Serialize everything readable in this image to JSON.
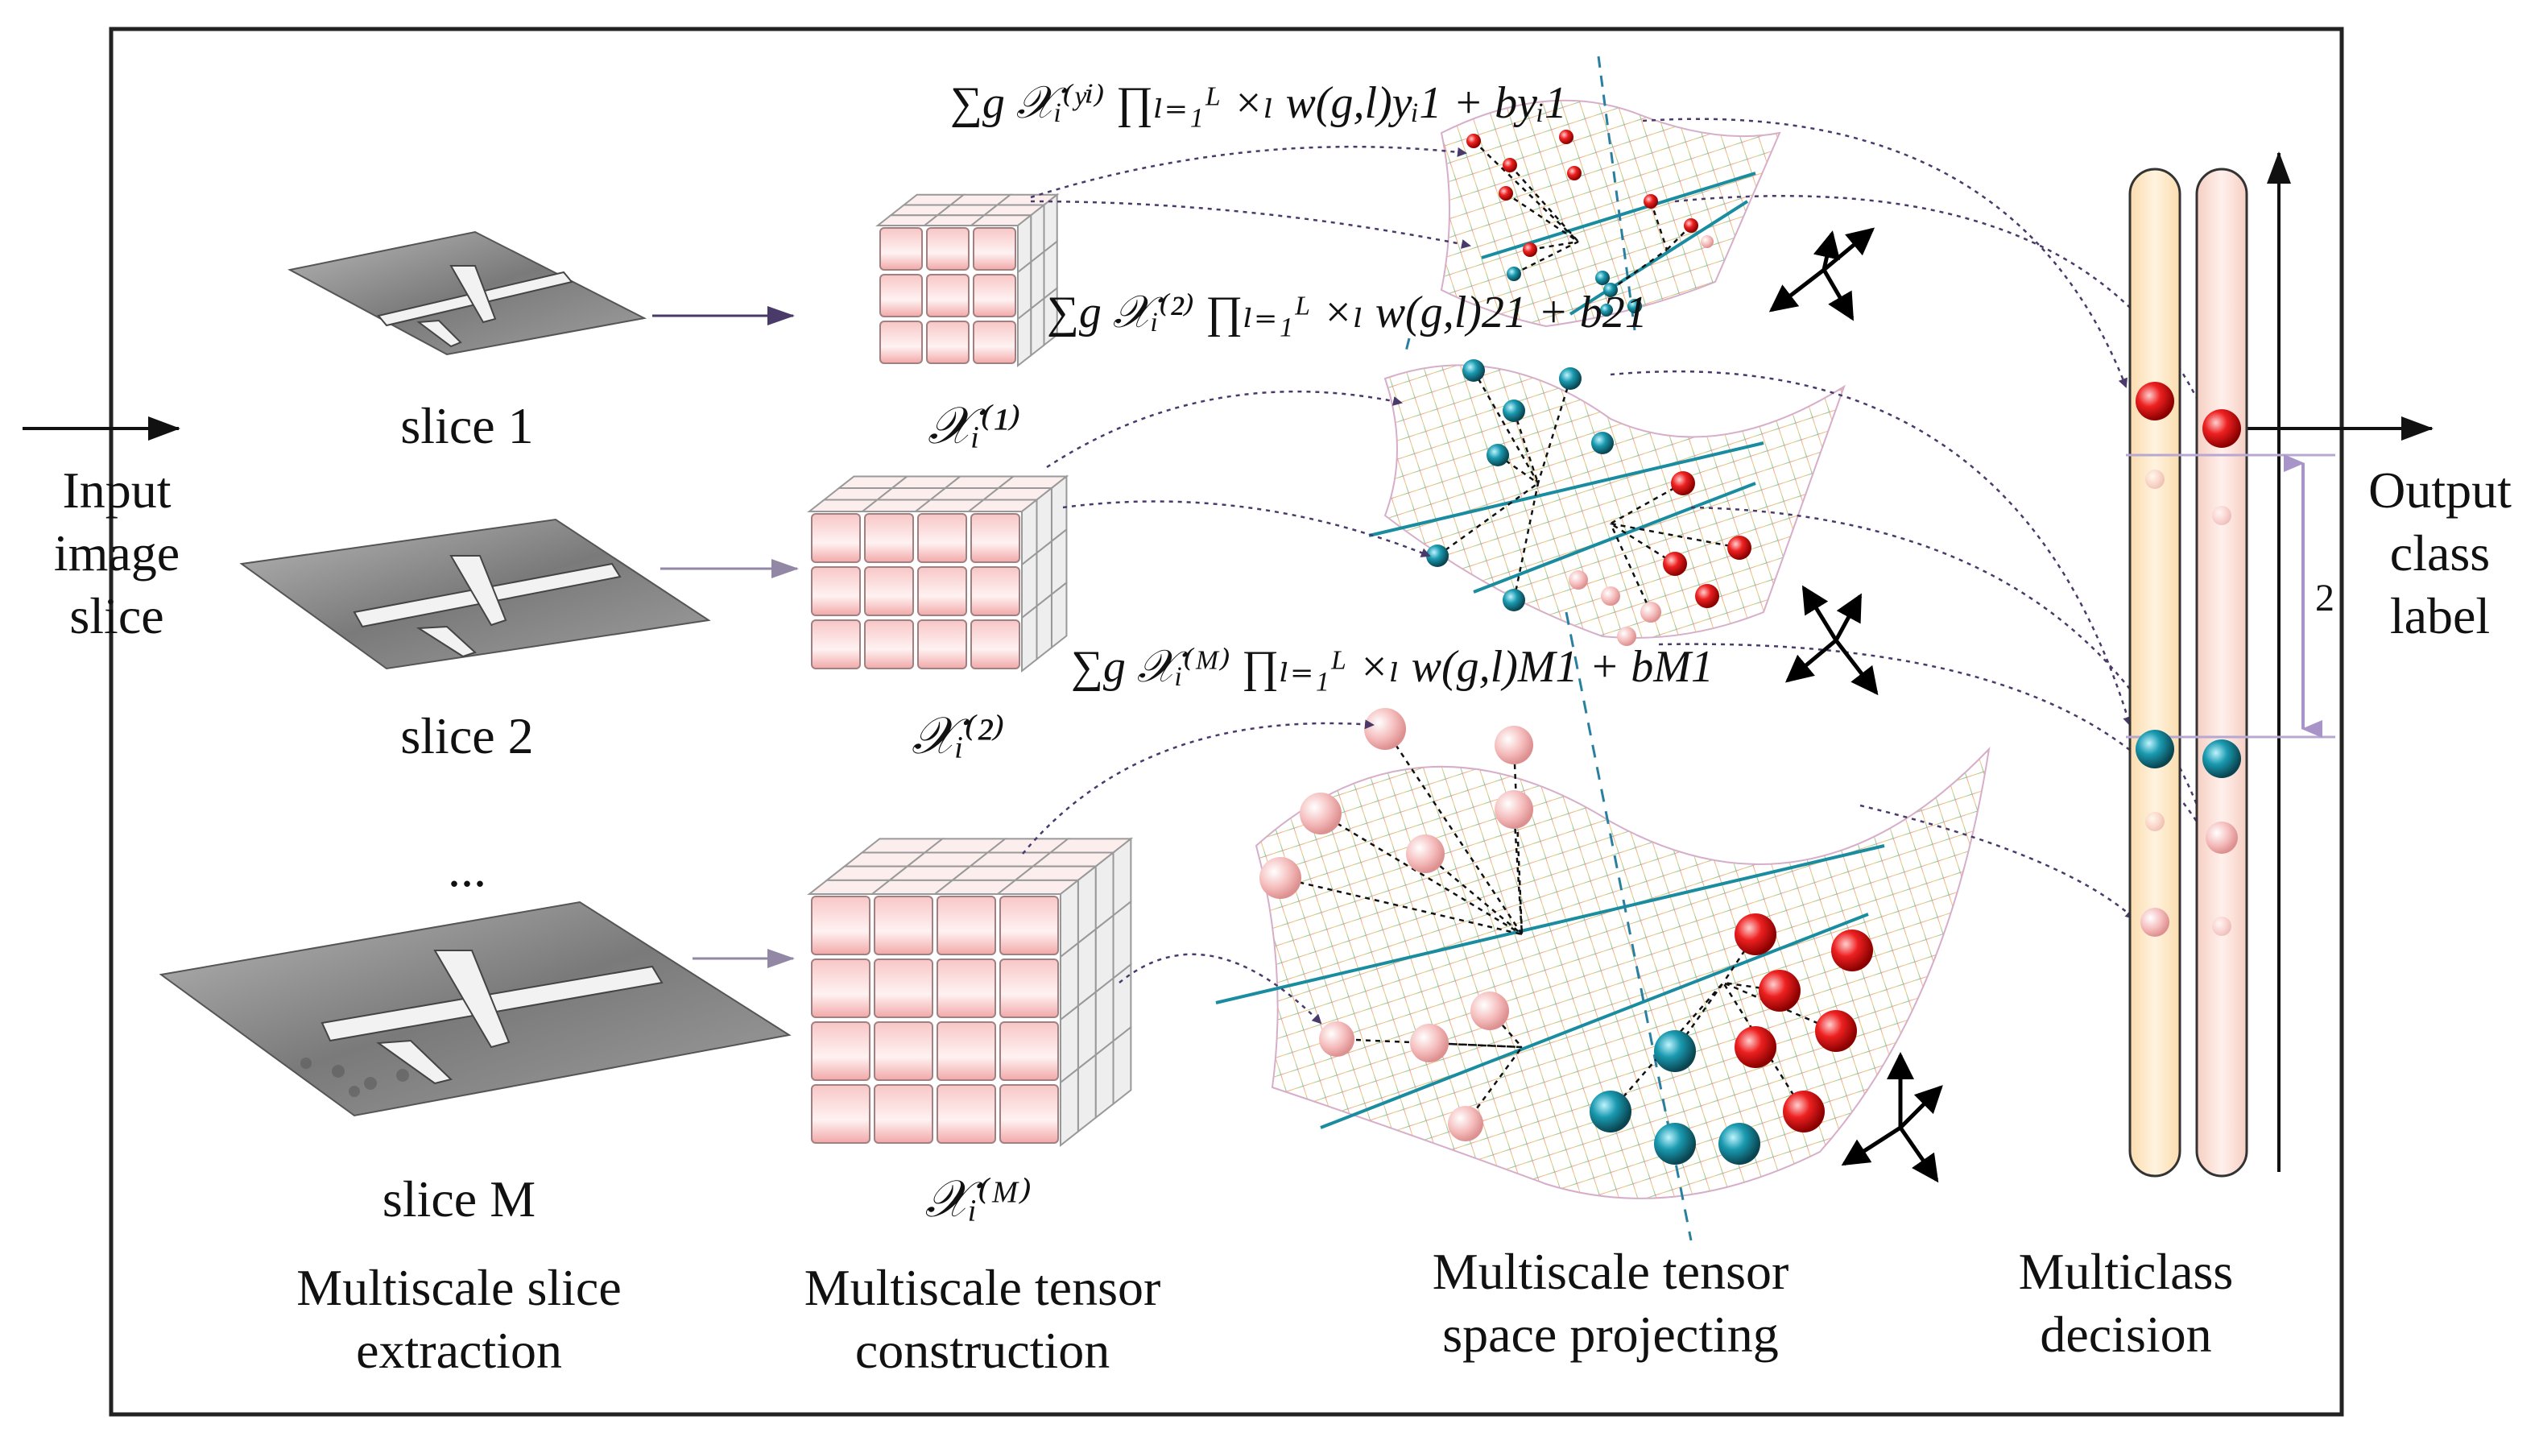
{
  "left_input": {
    "line1": "Input",
    "line2": "image",
    "line3": "slice"
  },
  "right_output": {
    "line1": "Output",
    "line2": "class",
    "line3": "label"
  },
  "slices": {
    "s1": "slice 1",
    "s2": "slice 2",
    "dots": "...",
    "sM": "slice M"
  },
  "tensors": {
    "t1": "𝒳ᵢ⁽¹⁾",
    "t2": "𝒳ᵢ⁽²⁾",
    "tM": "𝒳ᵢ⁽ᴹ⁾"
  },
  "formulas": {
    "f_top": "∑g 𝒳ᵢ⁽ʸⁱ⁾ ∏ₗ₌₁ᴸ ×ₗ w(g,l)yᵢ1 + byᵢ1",
    "f_mid": "∑g 𝒳ᵢ⁽²⁾ ∏ₗ₌₁ᴸ ×ₗ w(g,l)21 + b21",
    "f_bot": "∑g 𝒳ᵢ⁽ᴹ⁾ ∏ₗ₌₁ᴸ ×ₗ w(g,l)M1 + bM1"
  },
  "distance_label": "2",
  "captions": {
    "c1_l1": "Multiscale slice",
    "c1_l2": "extraction",
    "c2_l1": "Multiscale tensor",
    "c2_l2": "construction",
    "c3_l1": "Multiscale tensor",
    "c3_l2": "space projecting",
    "c4_l1": "Multiclass",
    "c4_l2": "decision"
  },
  "colors": {
    "frame": "#222222",
    "arrow": "#4a3a6a",
    "cube_fill": "#f4b8b8",
    "cube_top": "#fbe2e2",
    "red_ball": "#e01818",
    "teal_ball": "#1a8ca0",
    "pink_ball": "#f3b6b6",
    "bar_left": "#fde7c3",
    "bar_right": "#fbe0d8",
    "dashed": "#2a7fa0"
  },
  "icons": [
    "axis-triad-icon",
    "airplane-image-icon",
    "tensor-cube-icon",
    "manifold-surface-icon"
  ]
}
